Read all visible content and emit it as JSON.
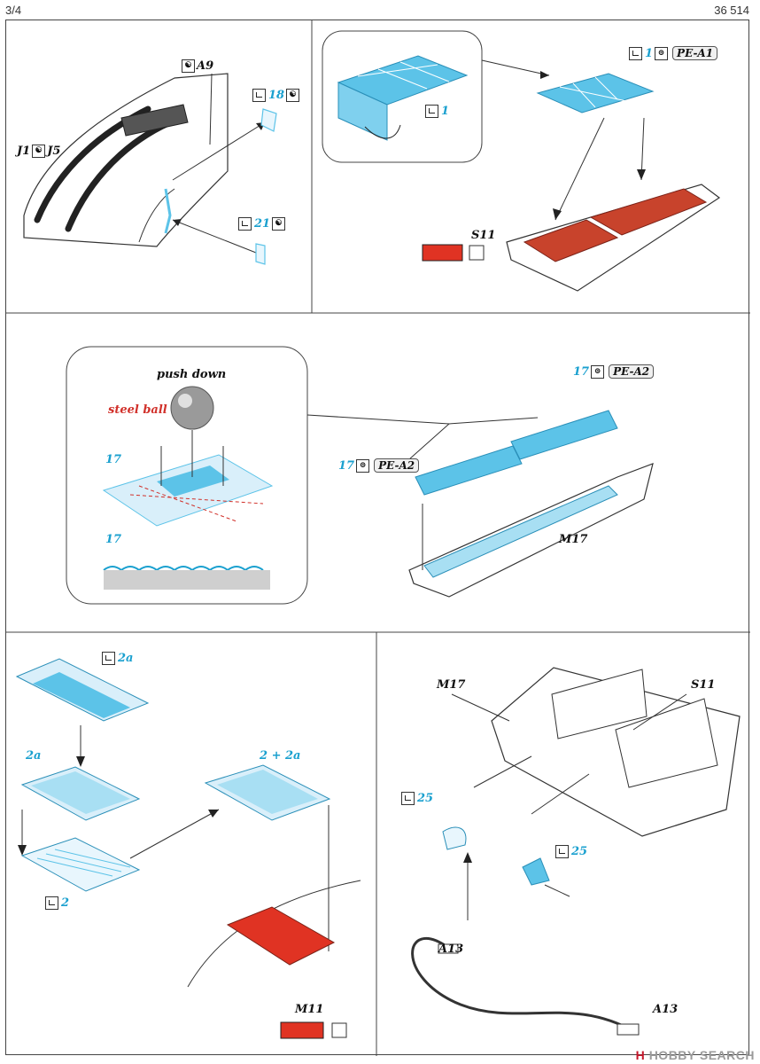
{
  "header": {
    "page": "3/4",
    "code": "36 514"
  },
  "panel1": {
    "a9": "A9",
    "j1": "J1",
    "j5": "J5",
    "p18": "18",
    "p21": "21"
  },
  "panel2": {
    "p1a": "1",
    "p1b": "1",
    "pe_a1": "PE-A1",
    "s11": "S11"
  },
  "panel3": {
    "push_down": "push down",
    "steel_ball": "steel ball",
    "p17a": "17",
    "p17b": "17",
    "p17c": "17",
    "p17d": "17",
    "pe_a2a": "PE-A2",
    "pe_a2b": "PE-A2",
    "m17": "M17"
  },
  "panel4": {
    "p2a_top": "2a",
    "p2a": "2a",
    "p2_plus": "2 + 2a",
    "p2": "2",
    "m11": "M11"
  },
  "panel5": {
    "m17": "M17",
    "s11": "S11",
    "p25a": "25",
    "p25b": "25",
    "a13a": "A13",
    "a13b": "A13"
  },
  "watermark": {
    "brand_mark": "H",
    "text": "HOBBY SEARCH"
  },
  "colors": {
    "etch_blue": "#5cc3e8",
    "plastic_red": "#c8432c",
    "paint_red": "#e03323",
    "label_blue": "#1aa0cf"
  }
}
